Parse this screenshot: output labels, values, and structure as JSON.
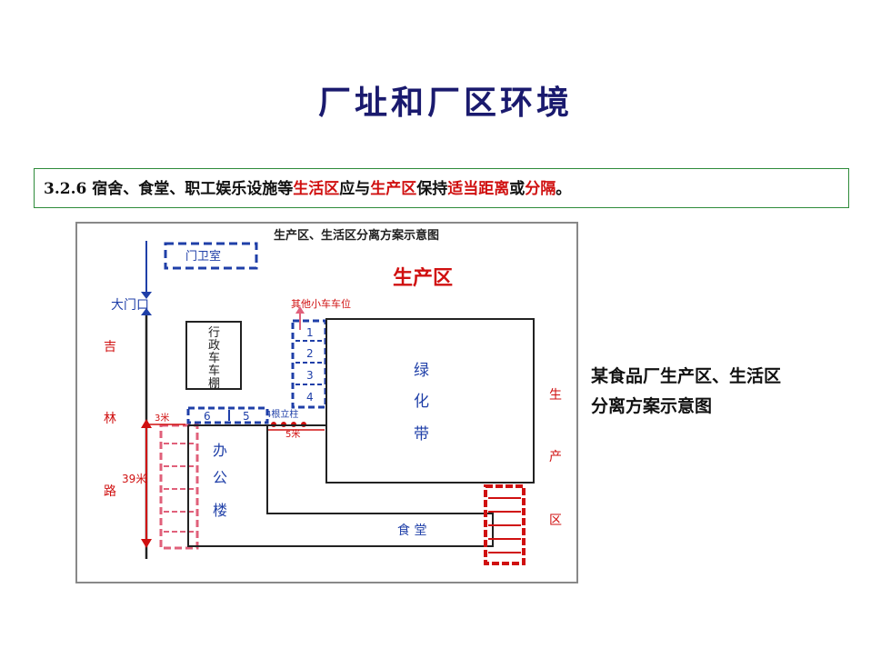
{
  "title": "厂址和厂区环境",
  "rule": {
    "prefix": "3.2.6 宿舍、食堂、职工娱乐设施等",
    "term1": "生活区",
    "mid": "应与",
    "term2": "生产区",
    "mid2": "保持",
    "term3": "适当距离",
    "mid3": "或",
    "term4": "分隔",
    "suffix": "。"
  },
  "caption": {
    "line1": "某食品厂生产区、生活区",
    "line2": "分离方案示意图"
  },
  "diagram": {
    "heading": "生产区、生活区分离方案示意图",
    "guard_room": "门卫室",
    "production_zone": "生产区",
    "gate": "大门口",
    "road": [
      "吉",
      "林",
      "路"
    ],
    "road_length": "39米",
    "other_parking": "其他小车车位",
    "parking_numbers": [
      "1",
      "2",
      "3",
      "4"
    ],
    "admin_shed": [
      "行",
      "政",
      "车",
      "车",
      "棚"
    ],
    "green_belt": [
      "绿",
      "化",
      "带"
    ],
    "lower_spots": [
      "6",
      "5"
    ],
    "dist_left": "3米",
    "post": "4根立柱",
    "dist_mid": "5米",
    "office": [
      "办",
      "公",
      "楼"
    ],
    "canteen": "食  堂",
    "production_side": [
      "生",
      "产",
      "区"
    ],
    "colors": {
      "red": "#d01010",
      "blue": "#1f3fa8",
      "pink": "#e0607a",
      "black": "#222222",
      "gray": "#888888"
    }
  }
}
